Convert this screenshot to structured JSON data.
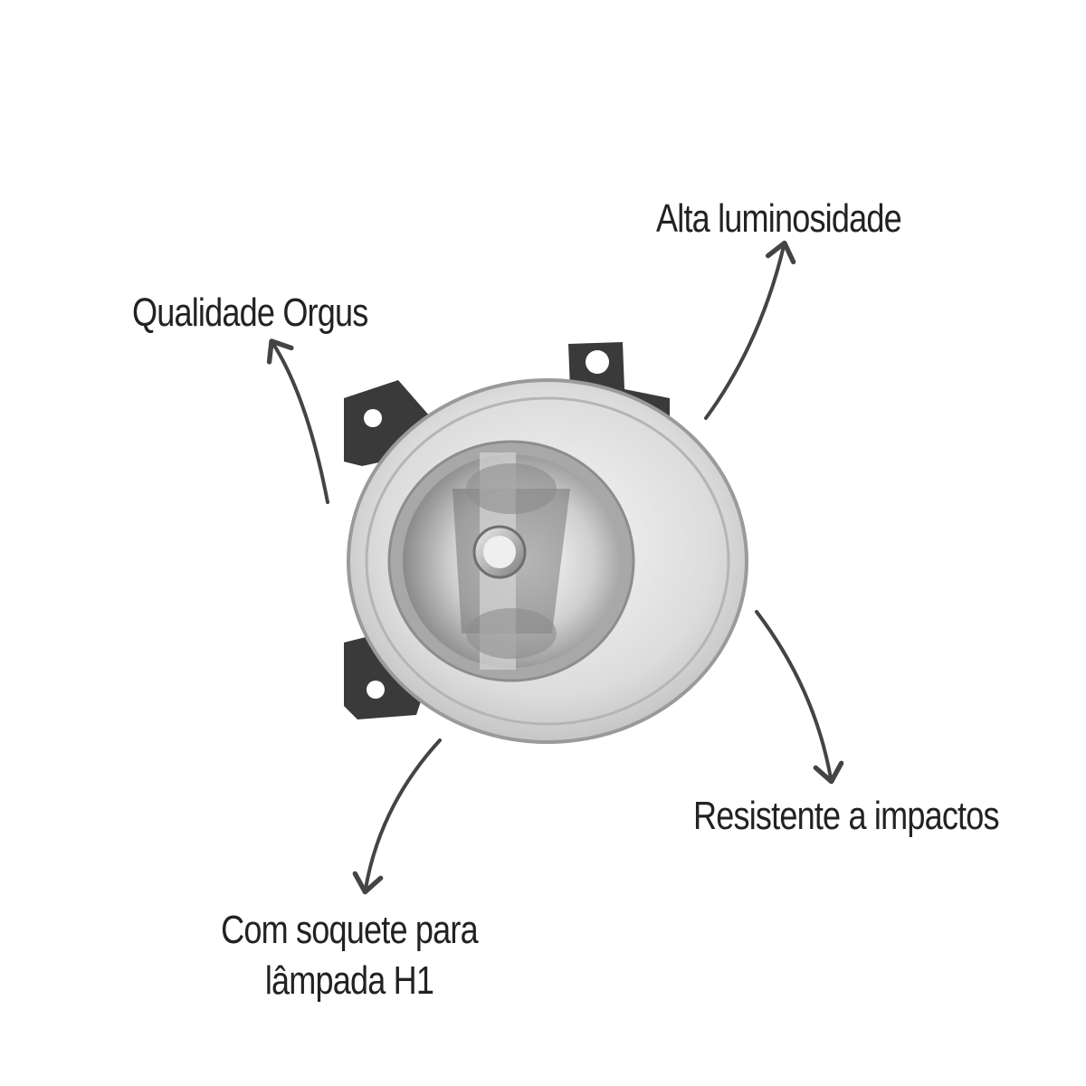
{
  "features": {
    "quality": "Qualidade Orgus",
    "luminosity": "Alta luminosidade",
    "impact": "Resistente a impactos",
    "socket_line1": "Com soquete para",
    "socket_line2": "lâmpada H1"
  },
  "colors": {
    "text": "#222222",
    "arrow": "#444444",
    "bracket": "#3a3a3a",
    "lens": "#d9d9d9"
  },
  "icons": {
    "product": "fog-lamp-image",
    "arrows": "curved-arrow-icon"
  }
}
